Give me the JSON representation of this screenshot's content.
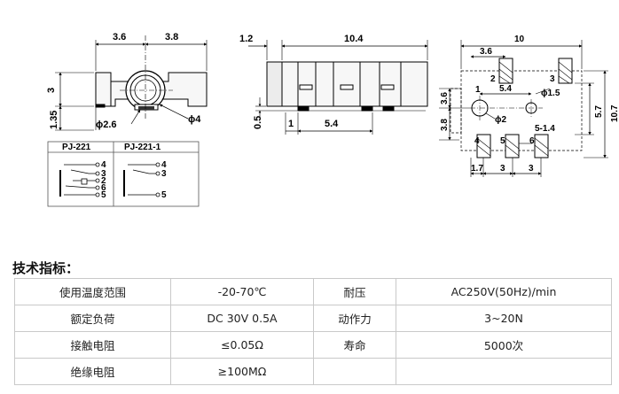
{
  "drawing": {
    "front_view": {
      "dims": [
        "3.6",
        "3.8",
        "3",
        "1.35"
      ],
      "callouts": [
        "ϕ2.6",
        "ϕ4"
      ]
    },
    "side_view": {
      "dims": [
        "1.2",
        "10.4",
        "0.5",
        "1",
        "5.4"
      ]
    },
    "footprint_view": {
      "dims": [
        "10",
        "3.6",
        "5.4",
        "ϕ1.5",
        "5.7",
        "10.7",
        "3.6",
        "3.8",
        "ϕ2",
        "5-1.4",
        "1.7",
        "3",
        "3"
      ],
      "pin_numbers": [
        "1",
        "2",
        "3",
        "4",
        "5",
        "6"
      ]
    },
    "schematic": {
      "headers": [
        "PJ-221",
        "PJ-221-1"
      ],
      "pins_left": [
        "4",
        "3",
        "2",
        "6",
        "5"
      ],
      "pins_right": [
        "4",
        "3",
        "5"
      ]
    }
  },
  "spec": {
    "heading": "技术指标：",
    "rows": [
      [
        "使用温度范围",
        "-20-70℃",
        "耐压",
        "AC250V(50Hz)/min"
      ],
      [
        "额定负荷",
        "DC 30V 0.5A",
        "动作力",
        "3~20N"
      ],
      [
        "接触电阻",
        "≤0.05Ω",
        "寿命",
        "5000次"
      ],
      [
        "绝缘电阻",
        "≥100MΩ",
        "",
        ""
      ]
    ]
  }
}
